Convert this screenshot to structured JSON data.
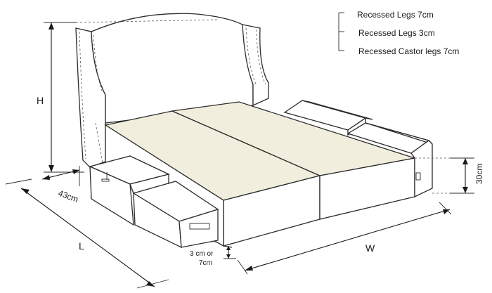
{
  "legend": {
    "items": [
      {
        "label": "Recessed Legs 7cm"
      },
      {
        "label": "Recessed Legs 3cm"
      },
      {
        "label": "Recessed Castor legs 7cm"
      }
    ]
  },
  "dimensions": {
    "height": "H",
    "depth": "43cm",
    "length": "L",
    "width": "W",
    "drawer_height": "30cm",
    "leg_height_line1": "3 cm or",
    "leg_height_line2": "7cm"
  },
  "colors": {
    "line": "#2b2b2b",
    "mattress": "#f1eedd",
    "floor_shadow": "#d9d9d9"
  }
}
